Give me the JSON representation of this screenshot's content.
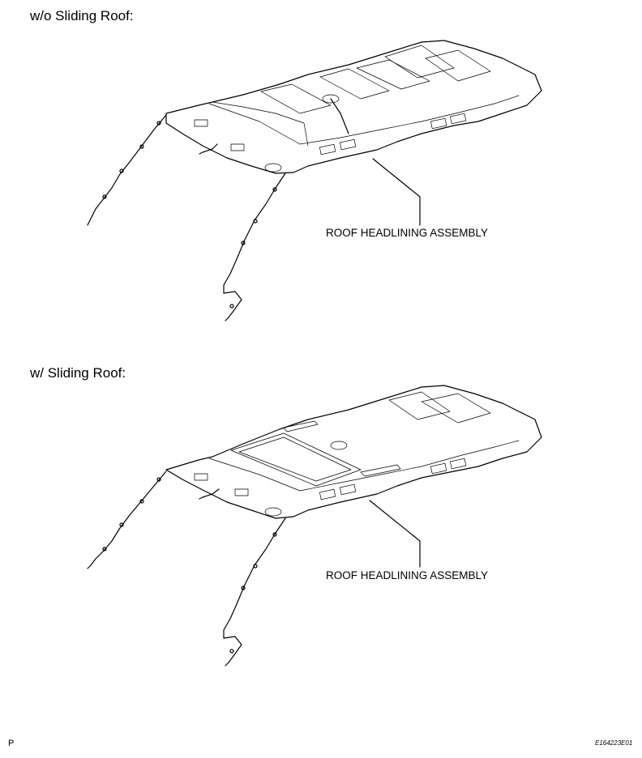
{
  "sections": [
    {
      "heading": "w/o Sliding Roof:",
      "callout": "ROOF HEADLINING ASSEMBLY"
    },
    {
      "heading": "w/ Sliding Roof:",
      "callout": "ROOF HEADLINING ASSEMBLY"
    }
  ],
  "footer": {
    "corner_letter": "P",
    "figure_id": "E164223E01"
  }
}
